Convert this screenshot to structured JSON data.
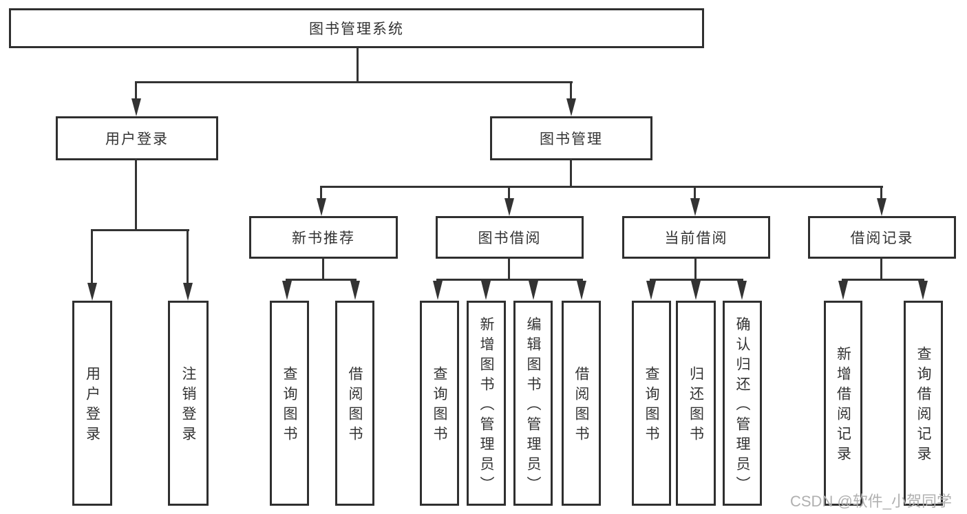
{
  "diagram": {
    "root": "图书管理系统",
    "level2": {
      "user_login": "用户登录",
      "book_management": "图书管理"
    },
    "modules": {
      "new_book": "新书推荐",
      "borrow": "图书借阅",
      "current": "当前借阅",
      "records": "借阅记录"
    },
    "leaves": {
      "user_login": [
        "用户登录",
        "注销登录"
      ],
      "new_book": [
        "查询图书",
        "借阅图书"
      ],
      "borrow": [
        "查询图书",
        "新增图书（管理员）",
        "编辑图书（管理员）",
        "借阅图书"
      ],
      "current": [
        "查询图书",
        "归还图书",
        "确认归还（管理员）"
      ],
      "records": [
        "新增借阅记录",
        "查询借阅记录"
      ]
    }
  },
  "watermark": "CSDN @软件_小贺同学",
  "colors": {
    "line": "#333333",
    "text": "#333333",
    "box_background": "#ffffff",
    "watermark": "#b0b0b0",
    "background": "#ffffff"
  }
}
